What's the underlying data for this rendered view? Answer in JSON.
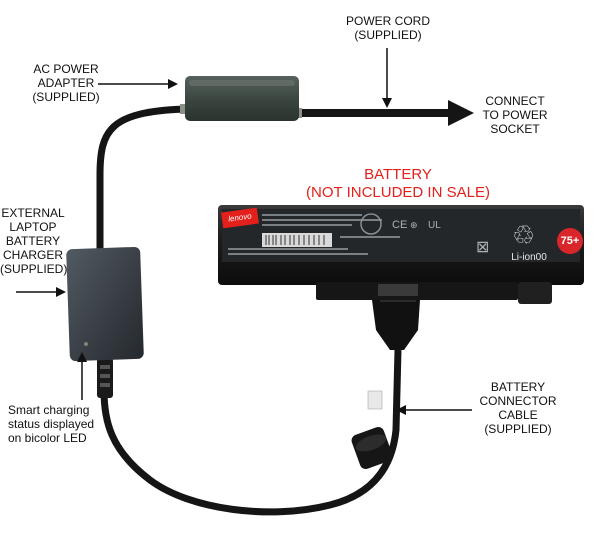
{
  "labels": {
    "power_cord": [
      "POWER CORD",
      "(SUPPLIED)"
    ],
    "ac_adapter": [
      "AC POWER",
      "ADAPTER",
      "(SUPPLIED)"
    ],
    "connect": [
      "CONNECT",
      "TO POWER",
      "SOCKET"
    ],
    "battery": [
      "BATTERY",
      "(NOT INCLUDED IN SALE)"
    ],
    "charger": [
      "EXTERNAL",
      "LAPTOP",
      "BATTERY",
      "CHARGER",
      "(SUPPLIED)"
    ],
    "led": [
      "Smart charging",
      "status displayed",
      "on bicolor LED"
    ],
    "connector": [
      "BATTERY",
      "CONNECTOR",
      "CABLE",
      "(SUPPLIED)"
    ]
  },
  "battery_label": {
    "brand": "lenovo",
    "chemistry": "Li-ion00",
    "badge": "75+"
  },
  "colors": {
    "battery_label_color": "#e3201b",
    "badge_color": "#d9262b",
    "cable_color": "#151515",
    "adapter_color": "#3b4740"
  }
}
